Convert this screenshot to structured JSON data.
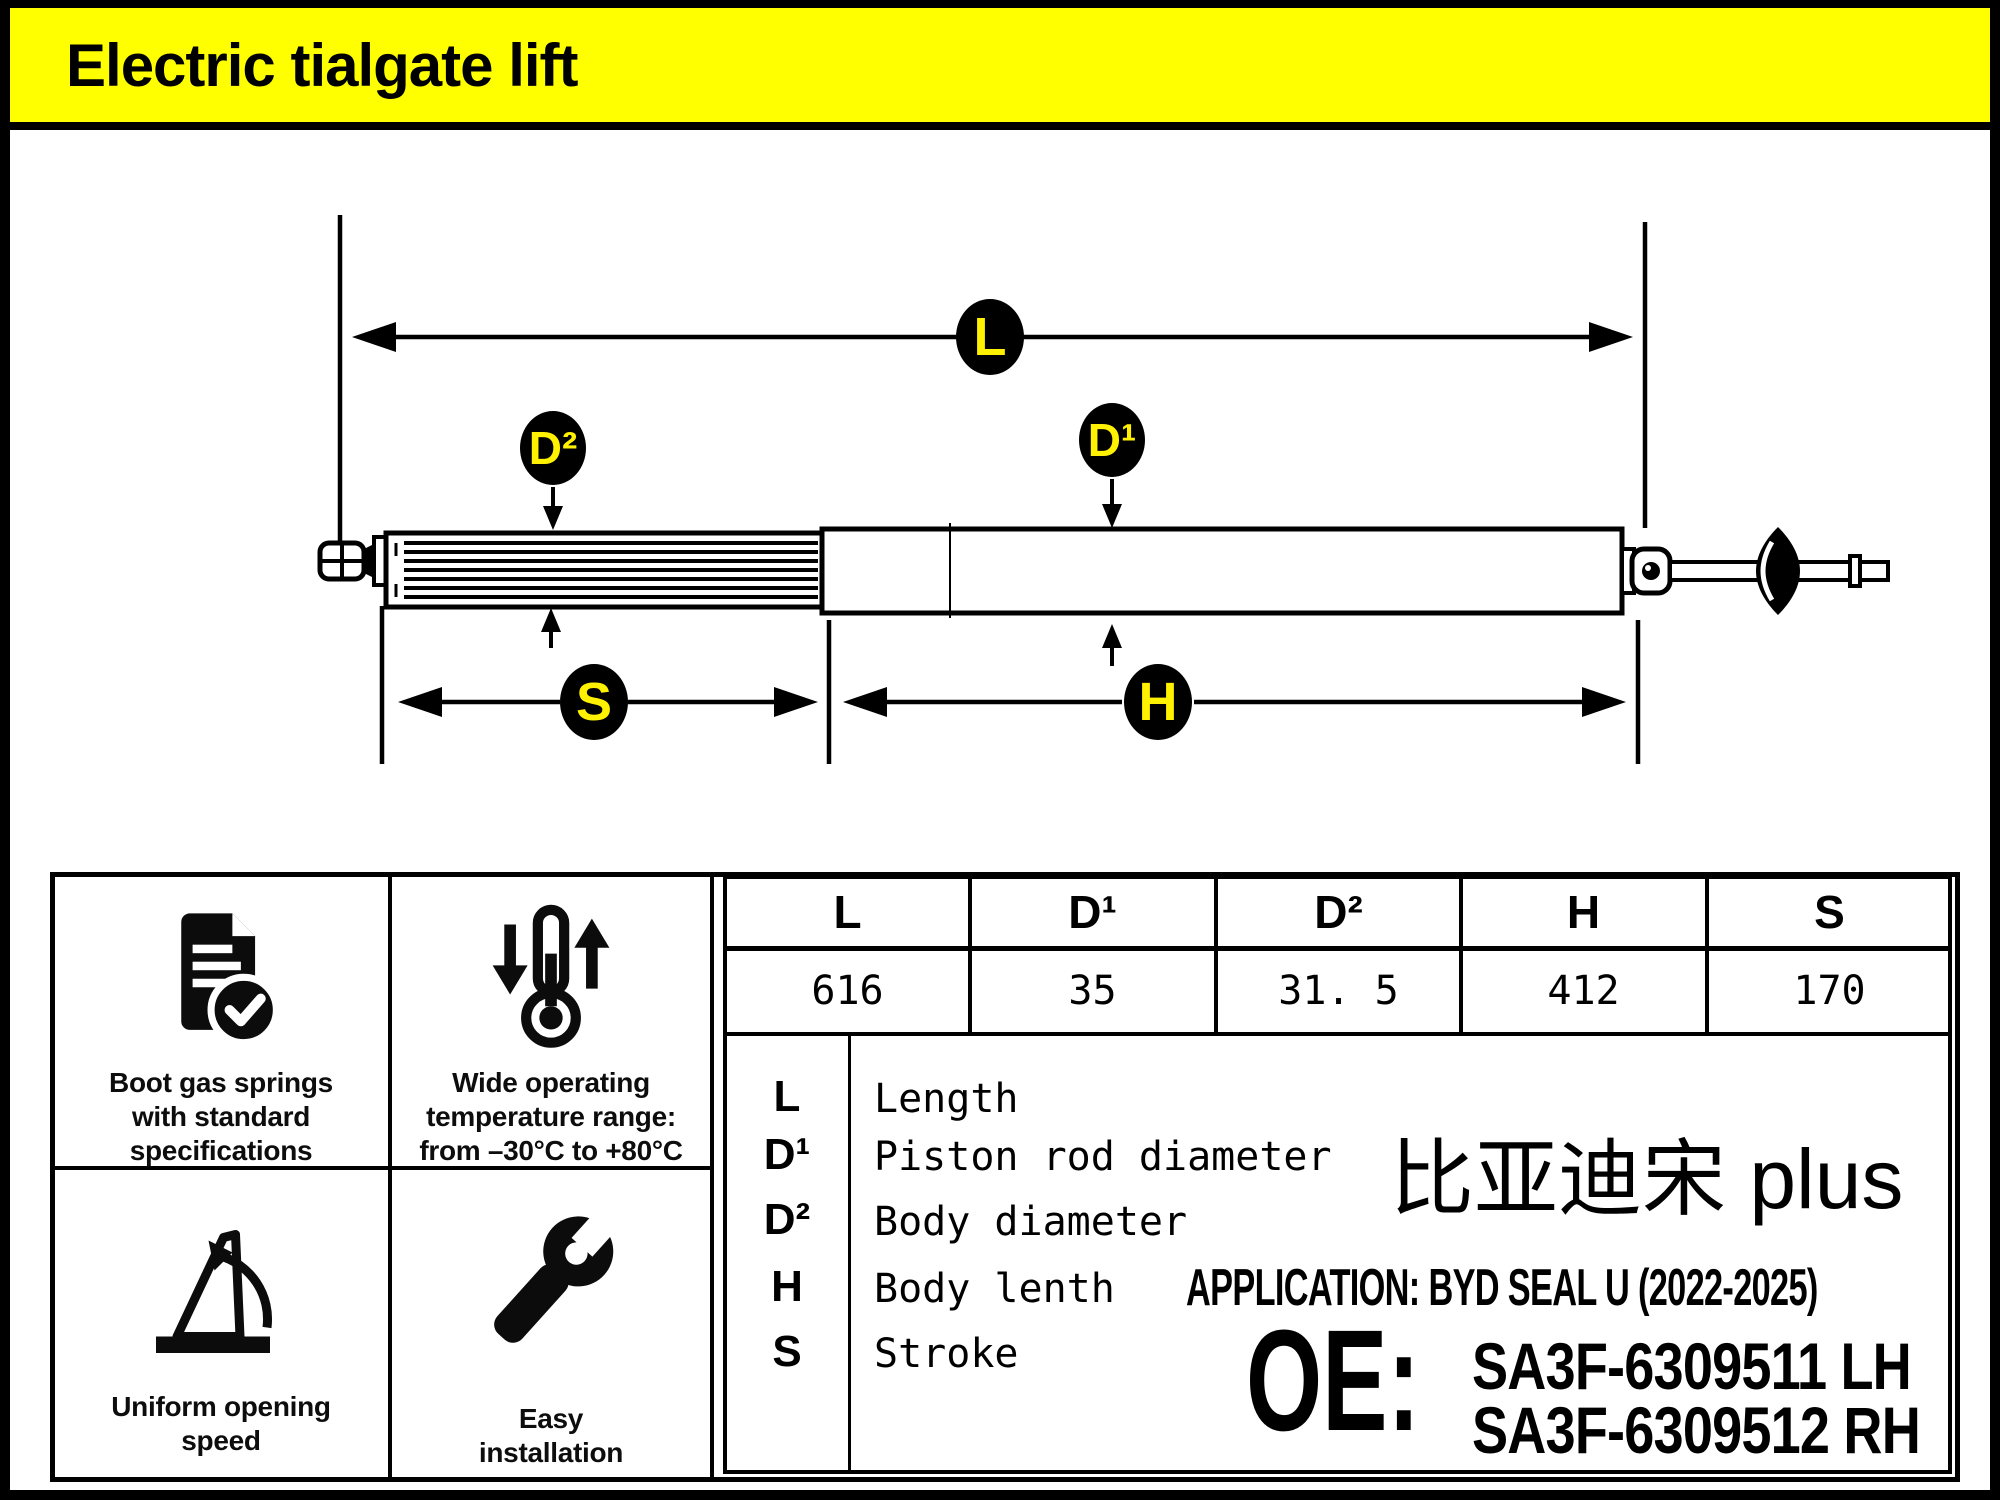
{
  "title": "Electric tialgate lift",
  "colors": {
    "banner_yellow": "#FFFF00",
    "label_yellow": "#FFF100",
    "ink": "#000000",
    "background": "#FFFFFF"
  },
  "diagram": {
    "labels": {
      "length": "L",
      "rod_diameter": "D¹",
      "body_diameter": "D²",
      "body_length": "H",
      "stroke": "S"
    }
  },
  "features": [
    {
      "icon": "document-check-icon",
      "caption": "Boot gas springs\nwith standard\nspecifications"
    },
    {
      "icon": "thermometer-range-icon",
      "caption": "Wide operating\ntemperature range:\nfrom –30°C to +80°C"
    },
    {
      "icon": "tailgate-opening-icon",
      "caption": "Uniform opening\nspeed"
    },
    {
      "icon": "wrench-icon",
      "caption": "Easy\ninstallation"
    }
  ],
  "spec_table": {
    "columns": [
      "L",
      "D¹",
      "D²",
      "H",
      "S"
    ],
    "values": [
      "616",
      "35",
      "31. 5",
      "412",
      "170"
    ]
  },
  "legend": {
    "rows": [
      {
        "symbol": "L",
        "description": "Length"
      },
      {
        "symbol": "D¹",
        "description": "Piston rod diameter"
      },
      {
        "symbol": "D²",
        "description": "Body diameter"
      },
      {
        "symbol": "H",
        "description": "Body lenth"
      },
      {
        "symbol": "S",
        "description": "Stroke"
      }
    ]
  },
  "vehicle": {
    "model_cn": "比亚迪宋 plus",
    "application": "APPLICATION: BYD SEAL U (2022-2025)",
    "oe_label": "OE:",
    "oe_numbers": [
      "SA3F-6309511 LH",
      "SA3F-6309512 RH"
    ]
  }
}
